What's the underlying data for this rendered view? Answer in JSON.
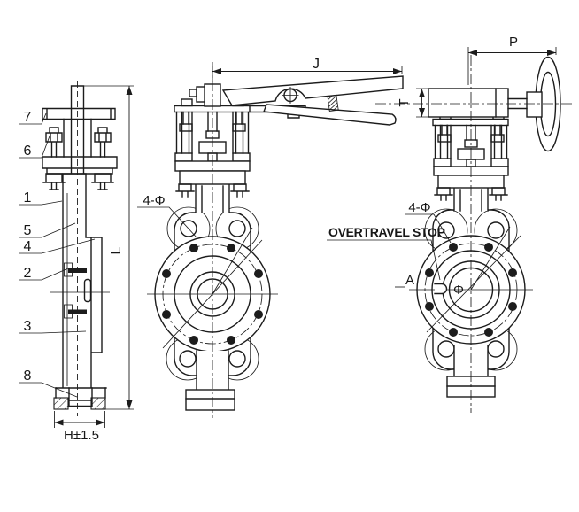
{
  "colors": {
    "line": "#1c1c1c",
    "background": "#ffffff"
  },
  "left_view": {
    "callouts": [
      "7",
      "6",
      "1",
      "5",
      "4",
      "2",
      "3",
      "8"
    ],
    "dims": {
      "overall_height": "L",
      "face_to_face": "H±1.5"
    }
  },
  "front_view": {
    "dims": {
      "handle_span": "J"
    },
    "labels": {
      "bolt_holes": "4-Φ"
    }
  },
  "right_view": {
    "dims": {
      "handwheel_span": "P",
      "gearbox_height": "T"
    },
    "labels": {
      "bolt_holes": "4-Φ",
      "overtravel": "OVERTRAVEL STOP",
      "section_arrow": "A",
      "bore_diameter": "Φ"
    }
  }
}
